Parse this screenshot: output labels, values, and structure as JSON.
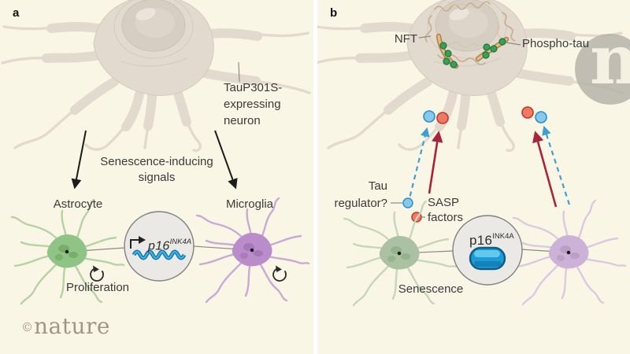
{
  "panel_a": {
    "letter": "a",
    "neuron_caption": [
      "TauP301S-",
      "expressing",
      "neuron"
    ],
    "signals_caption": [
      "Senescence-inducing",
      "signals"
    ],
    "astrocyte_label": "Astrocyte",
    "microglia_label": "Microglia",
    "proliferation_label": "Proliferation",
    "gene": {
      "name": "p16",
      "sup": "INK4A"
    }
  },
  "panel_b": {
    "letter": "b",
    "nft_label": "NFT",
    "phospho_tau_label": "Phospho-tau",
    "tau_regulator_caption": [
      "Tau",
      "regulator?"
    ],
    "sasp_caption": [
      "SASP",
      "factors"
    ],
    "senescence_label": "Senescence",
    "gene": {
      "name": "p16",
      "sup": "INK4A"
    }
  },
  "watermark": {
    "copyright_symbol": "©",
    "brand": "nature",
    "logo_letter": "n"
  },
  "colors": {
    "background": "#faf6e6",
    "neuron_body": "#e2d9cf",
    "astrocyte_green": "#90c386",
    "microglia_purple": "#ba8cc9",
    "sasp_red": "#a8243a",
    "tau_regulator_blue": "#3d9fd2",
    "red_dot": "#ef7a64",
    "blue_dot": "#86c9ec",
    "phospho_green": "#35a257",
    "p16_protein_blue": "#1d9bd4",
    "p16_rna_blue": "#3fb3e6"
  }
}
